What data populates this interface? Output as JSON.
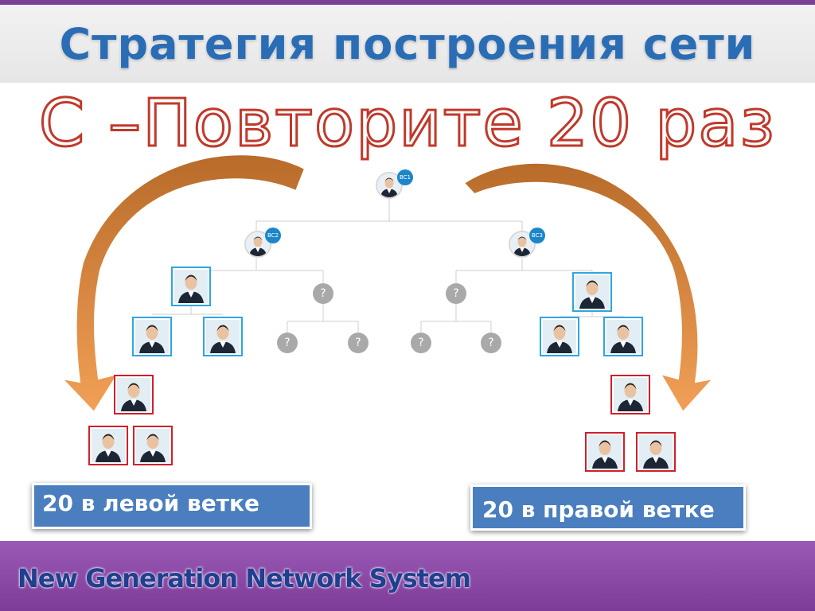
{
  "slide": {
    "title": "Стратегия построения сети",
    "subtitle": "С –Повторите 20 раз",
    "left_box": "20 в левой ветке",
    "right_box": "20 в правой ветке",
    "footer": "New Generation Network System"
  },
  "tree": {
    "root_badge": "BC1",
    "left_badge": "BC2",
    "right_badge": "BC3",
    "placeholder": "?"
  },
  "colors": {
    "title": "#2a6db5",
    "subtitle_outline": "#c0392b",
    "box_fill": "#4a7ebf",
    "footer": "#7d3c98",
    "blue_frame": "#2ea6e0",
    "red_frame": "#d0202a",
    "arrow": "#e8893a"
  }
}
